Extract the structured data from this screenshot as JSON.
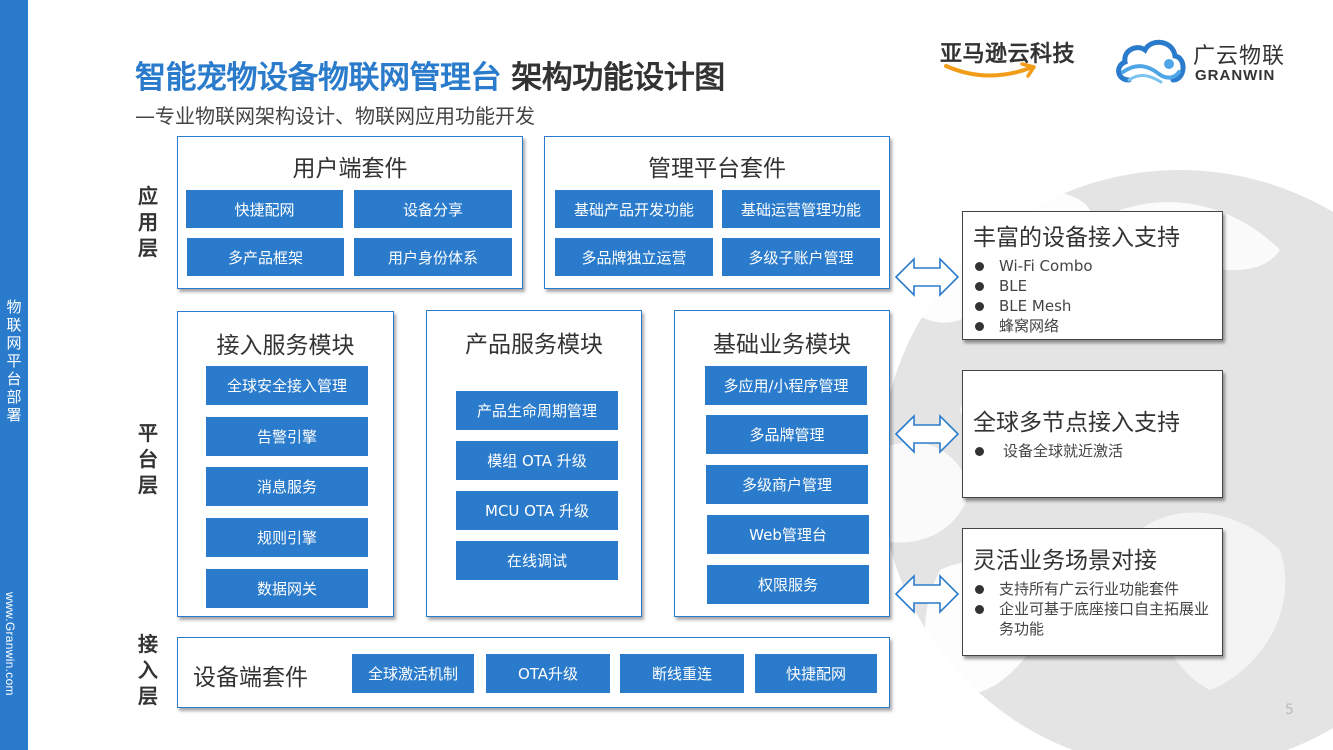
{
  "sidebar": {
    "section_title": "物联网平台部署",
    "url": "www.Granwin.com"
  },
  "header": {
    "title_highlight": "智能宠物设备物联网管理台",
    "title_rest": " 架构功能设计图",
    "subtitle": "—专业物联网架构设计、物联网应用功能开发"
  },
  "logos": {
    "amazon": {
      "text": "亚马逊云科技",
      "icon": "amazon-smile-icon"
    },
    "granwin": {
      "text_cn": "广云物联",
      "text_en": "GRANWIN",
      "icon": "granwin-cloud-icon"
    }
  },
  "colors": {
    "accent": "#2a7bcb",
    "text": "#333333",
    "globe": "#d9d9d9"
  },
  "layers": {
    "application": {
      "label": "应用层",
      "panels": [
        {
          "title": "用户端套件",
          "items": [
            "快捷配网",
            "设备分享",
            "多产品框架",
            "用户身份体系"
          ]
        },
        {
          "title": "管理平台套件",
          "items": [
            "基础产品开发功能",
            "基础运营管理功能",
            "多品牌独立运营",
            "多级子账户管理"
          ]
        }
      ]
    },
    "platform": {
      "label": "平台层",
      "panels": [
        {
          "title": "接入服务模块",
          "items": [
            "全球安全接入管理",
            "告警引擎",
            "消息服务",
            "规则引擎",
            "数据网关"
          ]
        },
        {
          "title": "产品服务模块",
          "items": [
            "产品生命周期管理",
            "模组 OTA 升级",
            "MCU OTA 升级",
            "在线调试"
          ]
        },
        {
          "title": "基础业务模块",
          "items": [
            "多应用/小程序管理",
            "多品牌管理",
            "多级商户管理",
            "Web管理台",
            "权限服务"
          ]
        }
      ]
    },
    "access": {
      "label": "接入层",
      "panel": {
        "title": "设备端套件",
        "items": [
          "全球激活机制",
          "OTA升级",
          "断线重连",
          "快捷配网"
        ]
      }
    }
  },
  "features": [
    {
      "title": "丰富的设备接入支持",
      "bullets": [
        "Wi-Fi Combo",
        "BLE",
        "BLE Mesh",
        "蜂窝网络"
      ]
    },
    {
      "title": "全球多节点接入支持",
      "bullets": [
        "设备全球就近激活"
      ]
    },
    {
      "title": "灵活业务场景对接",
      "bullets": [
        "支持所有广云行业功能套件",
        "企业可基于底座接口自主拓展业务功能"
      ]
    }
  ],
  "page_number": "5"
}
